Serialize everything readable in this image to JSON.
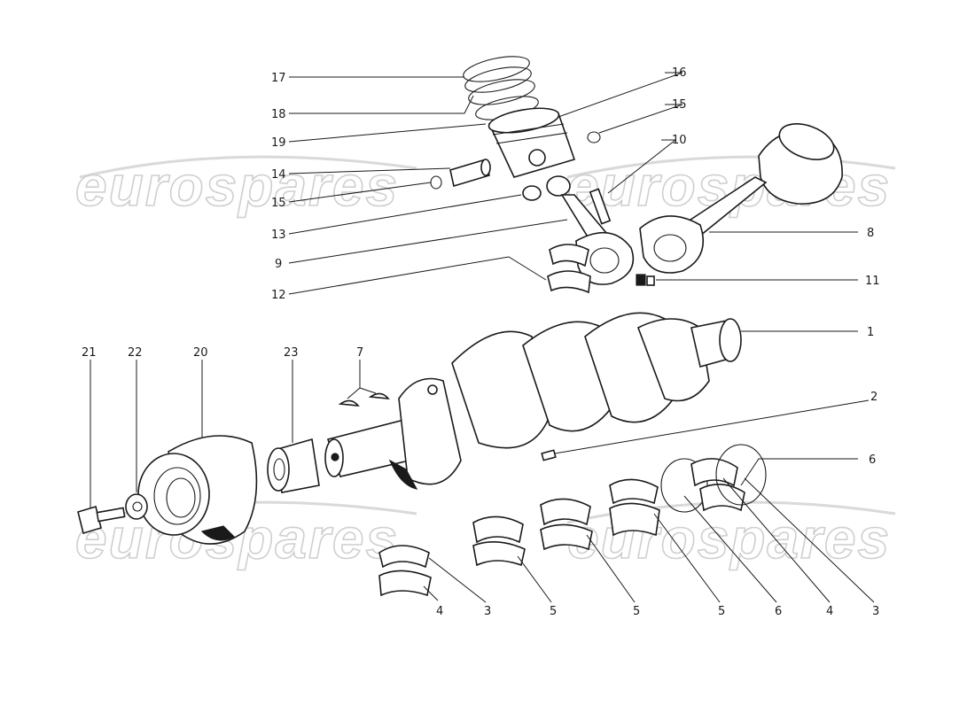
{
  "watermark": {
    "text": "eurospares",
    "color": "#cccccc"
  },
  "colors": {
    "ink": "#1a1a1a",
    "paper": "#ffffff"
  },
  "callouts": [
    {
      "id": "c17",
      "label": "17"
    },
    {
      "id": "c18",
      "label": "18"
    },
    {
      "id": "c19",
      "label": "19"
    },
    {
      "id": "c14",
      "label": "14"
    },
    {
      "id": "c15a",
      "label": "15"
    },
    {
      "id": "c13",
      "label": "13"
    },
    {
      "id": "c9",
      "label": "9"
    },
    {
      "id": "c12",
      "label": "12"
    },
    {
      "id": "c16",
      "label": "16"
    },
    {
      "id": "c15b",
      "label": "15"
    },
    {
      "id": "c10",
      "label": "10"
    },
    {
      "id": "c8",
      "label": "8"
    },
    {
      "id": "c11",
      "label": "11"
    },
    {
      "id": "c1",
      "label": "1"
    },
    {
      "id": "c2",
      "label": "2"
    },
    {
      "id": "c6a",
      "label": "6"
    },
    {
      "id": "c21",
      "label": "21"
    },
    {
      "id": "c22",
      "label": "22"
    },
    {
      "id": "c20",
      "label": "20"
    },
    {
      "id": "c23",
      "label": "23"
    },
    {
      "id": "c7",
      "label": "7"
    },
    {
      "id": "c4a",
      "label": "4"
    },
    {
      "id": "c3a",
      "label": "3"
    },
    {
      "id": "c5a",
      "label": "5"
    },
    {
      "id": "c5b",
      "label": "5"
    },
    {
      "id": "c5c",
      "label": "5"
    },
    {
      "id": "c6b",
      "label": "6"
    },
    {
      "id": "c4b",
      "label": "4"
    },
    {
      "id": "c3b",
      "label": "3"
    }
  ]
}
